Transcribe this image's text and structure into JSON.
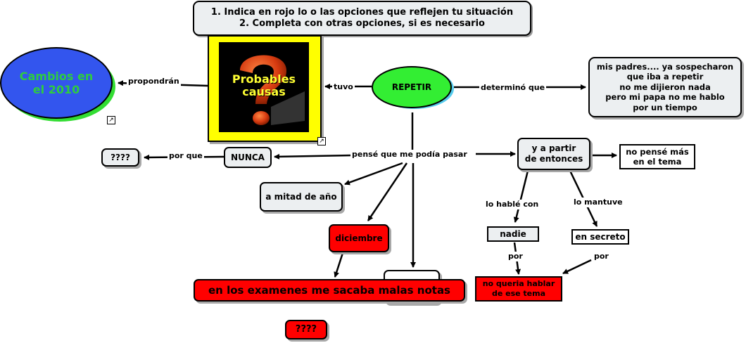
{
  "instructions": {
    "line1": "1. Indica en rojo lo o las opciones que reflejen tu situación",
    "line2": "2. Completa con otras opciones, si es necesario"
  },
  "nodes": {
    "cambios": {
      "line1": "Cambios en",
      "line2": "el 2010",
      "fill": "#3355ee",
      "text_color": "#2ecc40"
    },
    "probables": {
      "line1": "Probables",
      "line2": "causas",
      "fill": "#ffff00",
      "text_color": "#ffff33"
    },
    "repetir": {
      "text": "REPETIR",
      "fill": "#33ee33"
    },
    "padres": {
      "lines": [
        "mis padres.... ya sospecharon",
        "que iba a repetir",
        "no me dijieron nada",
        "pero mi papa no me hablo",
        "por un tiempo"
      ]
    },
    "nunca": {
      "text": "NUNCA"
    },
    "question_left": {
      "text": "????"
    },
    "entonces": {
      "line1": "y a partir",
      "line2": "de entonces"
    },
    "no_pense": {
      "line1": "no pensé más",
      "line2": "en el tema"
    },
    "mitad": {
      "text": "a mitad de año"
    },
    "diciembre": {
      "text": "diciembre"
    },
    "examenes": {
      "text": "en los examenes me sacaba malas notas"
    },
    "question_bottom": {
      "text": "????"
    },
    "nadie": {
      "text": "nadie"
    },
    "secreto": {
      "text": "en secreto"
    },
    "no_queria": {
      "line1": "no queria hablar",
      "line2": "de ese tema"
    }
  },
  "links": {
    "propondran": "propondrán",
    "tuvo": "tuvo",
    "determino": "determinó que",
    "pense": "pensé que me podía pasar",
    "por_que": "por que",
    "hable_con": "lo hablé con",
    "mantuve": "lo mantuve",
    "por1": "por",
    "por2": "por"
  },
  "colors": {
    "red": "#ff0000",
    "gray": "#eceff1",
    "yellow": "#ffff00"
  }
}
